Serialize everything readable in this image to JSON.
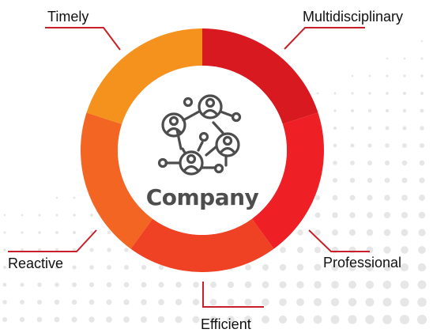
{
  "diagram": {
    "center_title": "Company",
    "center_icon": "network-people-icon",
    "segments": [
      {
        "name": "Timely",
        "color": "#f5921e",
        "value": 1
      },
      {
        "name": "Multidisciplinary",
        "color": "#d8191f",
        "value": 1
      },
      {
        "name": "Professional",
        "color": "#ee2025",
        "value": 1
      },
      {
        "name": "Efficient",
        "color": "#ef4123",
        "value": 1
      },
      {
        "name": "Reactive",
        "color": "#f26522",
        "value": 1
      }
    ],
    "leader_line_color": "#c8202a",
    "background_dot_color": "#e6e6e6"
  }
}
